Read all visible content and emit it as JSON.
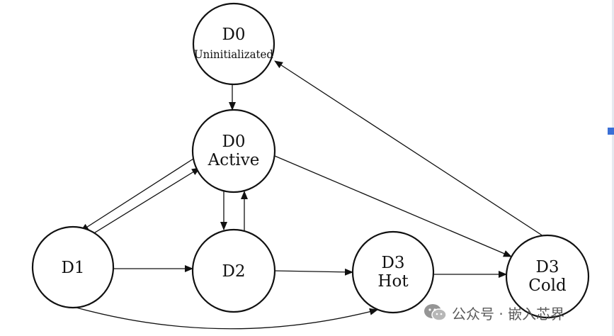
{
  "diagram": {
    "nodes": [
      {
        "id": "d0u",
        "lines": [
          "D0",
          "Uninitializated"
        ]
      },
      {
        "id": "d0a",
        "lines": [
          "D0",
          "Active"
        ]
      },
      {
        "id": "d1",
        "lines": [
          "D1"
        ]
      },
      {
        "id": "d2",
        "lines": [
          "D2"
        ]
      },
      {
        "id": "d3h",
        "lines": [
          "D3",
          "Hot"
        ]
      },
      {
        "id": "d3c",
        "lines": [
          "D3",
          "Cold"
        ]
      }
    ],
    "edges": [
      {
        "from": "d0u",
        "to": "d0a"
      },
      {
        "from": "d0a",
        "to": "d1"
      },
      {
        "from": "d1",
        "to": "d0a"
      },
      {
        "from": "d0a",
        "to": "d2"
      },
      {
        "from": "d2",
        "to": "d0a"
      },
      {
        "from": "d0a",
        "to": "d3c"
      },
      {
        "from": "d1",
        "to": "d2"
      },
      {
        "from": "d2",
        "to": "d3h"
      },
      {
        "from": "d3h",
        "to": "d3c"
      },
      {
        "from": "d1",
        "to": "d3h"
      },
      {
        "from": "d3c",
        "to": "d0u"
      }
    ]
  },
  "watermark": {
    "icon": "wechat-icon",
    "text": "公众号 · 嵌入芯界"
  }
}
